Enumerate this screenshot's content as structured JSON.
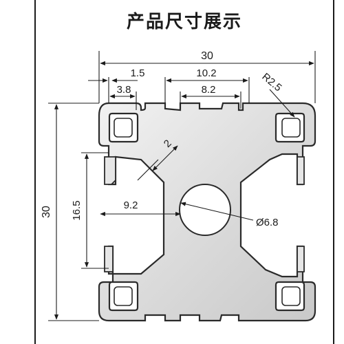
{
  "title": "产品尺寸展示",
  "dimensions": {
    "width": "30",
    "height": "30",
    "slot_outer": "10.2",
    "slot_inner": "8.2",
    "lip": "1.5",
    "pocket": "3.8",
    "corner_radius": "R2.5",
    "wall": "2",
    "inner_height": "16.5",
    "center_offset": "9.2",
    "bore": "Ø6.8"
  }
}
